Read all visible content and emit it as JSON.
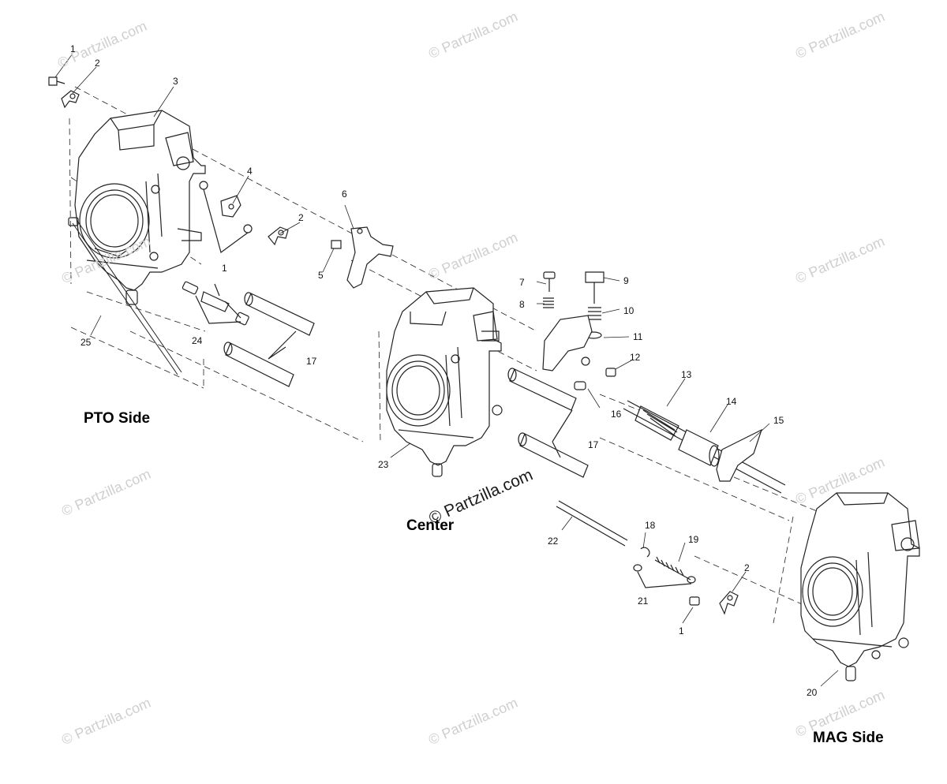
{
  "watermark": "© Partzilla.com",
  "center_watermark": "© Partzilla.com",
  "side_labels": {
    "pto": "PTO Side",
    "center": "Center",
    "mag": "MAG Side"
  },
  "callouts": {
    "c1a": "1",
    "c2a": "2",
    "c3": "3",
    "c4": "4",
    "c2b": "2",
    "c1b": "1",
    "c6": "6",
    "c5": "5",
    "c24": "24",
    "c25": "25",
    "c17a": "17",
    "c7": "7",
    "c8": "8",
    "c9": "9",
    "c10": "10",
    "c11": "11",
    "c12": "12",
    "c13": "13",
    "c14": "14",
    "c15": "15",
    "c16": "16",
    "c17b": "17",
    "c23": "23",
    "c22": "22",
    "c18": "18",
    "c19": "19",
    "c21": "21",
    "c2c": "2",
    "c1c": "1",
    "c20": "20"
  }
}
